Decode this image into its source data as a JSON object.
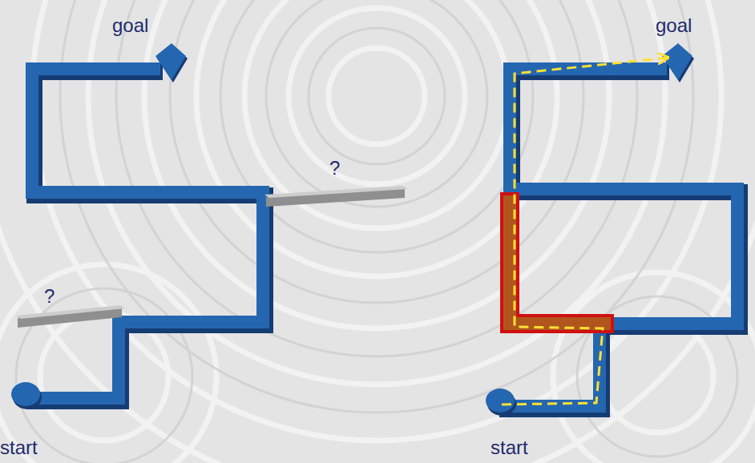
{
  "diagram": {
    "labels": [
      "goal",
      "goal",
      "?",
      "?",
      "start",
      "start"
    ]
  }
}
